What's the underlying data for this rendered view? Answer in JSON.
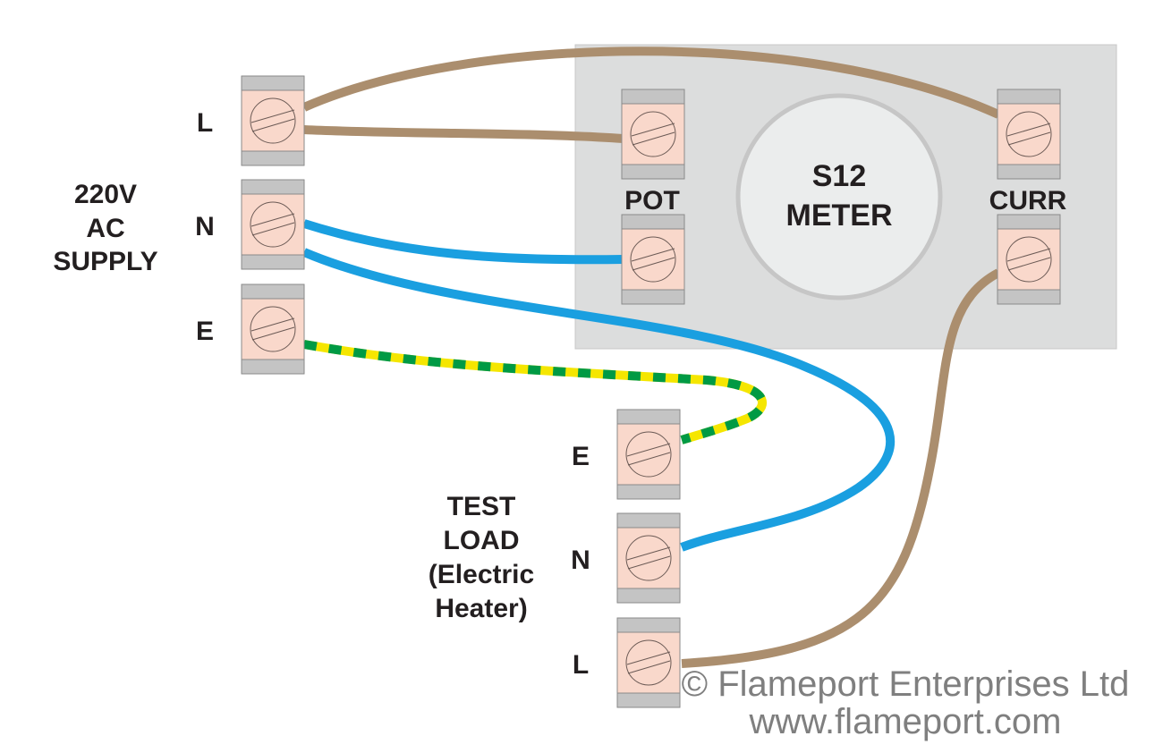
{
  "supply": {
    "title_lines": [
      "220V",
      "AC",
      "SUPPLY"
    ],
    "terminals": [
      {
        "id": "supply-L",
        "label": "L"
      },
      {
        "id": "supply-N",
        "label": "N"
      },
      {
        "id": "supply-E",
        "label": "E"
      }
    ]
  },
  "meter": {
    "title_lines": [
      "S12",
      "METER"
    ],
    "pot_label": "POT",
    "curr_label": "CURR"
  },
  "load": {
    "title_lines": [
      "TEST",
      "LOAD",
      "(Electric",
      "Heater)"
    ],
    "terminals": [
      {
        "id": "load-E",
        "label": "E"
      },
      {
        "id": "load-N",
        "label": "N"
      },
      {
        "id": "load-L",
        "label": "L"
      }
    ]
  },
  "wires": [
    {
      "name": "live-wire-supply-to-curr-in",
      "from": "supply-L",
      "to": "meter-CURR-in",
      "color": "#ab8e6e",
      "type": "live"
    },
    {
      "name": "live-wire-supply-to-pot",
      "from": "supply-L",
      "to": "meter-POT-L",
      "color": "#ab8e6e",
      "type": "live"
    },
    {
      "name": "neutral-wire-supply-to-pot",
      "from": "supply-N",
      "to": "meter-POT-N",
      "color": "#1a9fe0",
      "type": "neutral"
    },
    {
      "name": "neutral-wire-supply-to-load",
      "from": "supply-N",
      "to": "load-N",
      "color": "#1a9fe0",
      "type": "neutral"
    },
    {
      "name": "earth-wire-supply-to-load",
      "from": "supply-E",
      "to": "load-E",
      "color": "#f5e600",
      "stripe_color": "#009a44",
      "type": "earth"
    },
    {
      "name": "live-wire-curr-out-to-load",
      "from": "meter-CURR-out",
      "to": "load-L",
      "color": "#ab8e6e",
      "type": "live"
    }
  ],
  "colors": {
    "terminal_body": "#f9d8cb",
    "terminal_cap": "#c4c4c4",
    "meter_panel": "#dcdddd",
    "meter_dial": "#ebeded",
    "meter_dial_ring": "#c6c6c6"
  },
  "copyright": {
    "line1": "© Flameport Enterprises Ltd",
    "line2": "www.flameport.com"
  }
}
